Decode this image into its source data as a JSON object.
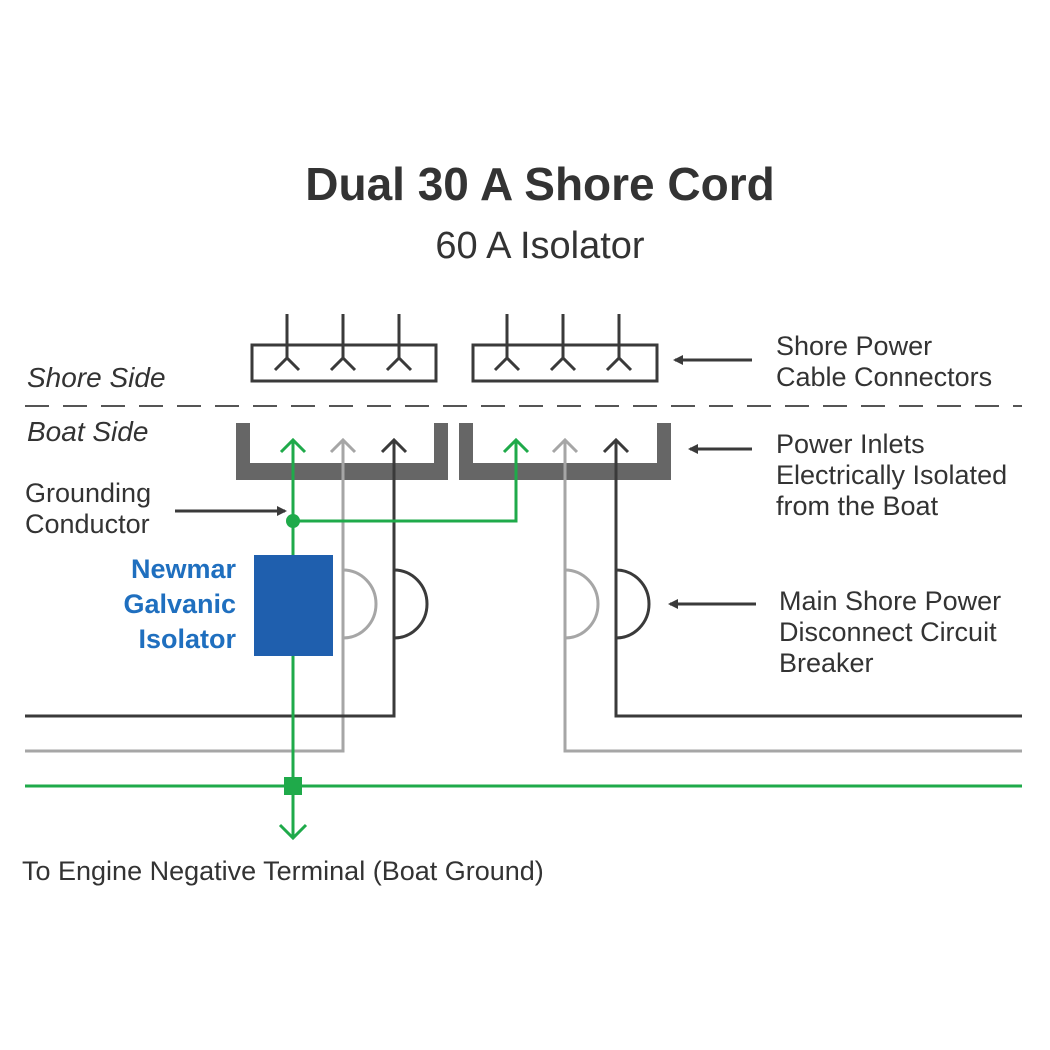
{
  "title": "Dual 30 A Shore Cord",
  "subtitle": "60 A Isolator",
  "labels": {
    "shore_side": "Shore Side",
    "boat_side": "Boat Side",
    "grounding_line1": "Grounding",
    "grounding_line2": "Conductor",
    "isolator_line1": "Newmar",
    "isolator_line2": "Galvanic",
    "isolator_line3": "Isolator",
    "connectors_line1": "Shore Power",
    "connectors_line2": "Cable Connectors",
    "inlets_line1": "Power Inlets",
    "inlets_line2": "Electrically Isolated",
    "inlets_line3": "from the Boat",
    "breaker_line1": "Main Shore Power",
    "breaker_line2": "Disconnect Circuit",
    "breaker_line3": "Breaker",
    "engine_terminal": "To Engine Negative Terminal (Boat Ground)"
  },
  "colors": {
    "text": "#333333",
    "dark_wire": "#3a3a3a",
    "light_wire": "#a6a6a6",
    "ground_wire": "#1faa4a",
    "isolator_fill": "#1f5fae",
    "isolator_text": "#1f6fbf",
    "inlet_frame": "#666666"
  }
}
